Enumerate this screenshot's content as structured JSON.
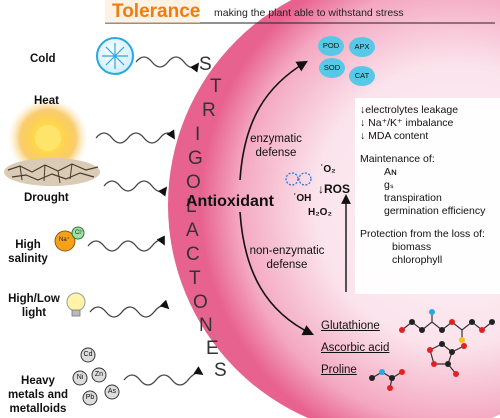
{
  "header": {
    "title": "Tolerance",
    "subtitle": "making the plant able to withstand stress"
  },
  "stresses": {
    "cold": "Cold",
    "heat": "Heat",
    "drought": "Drought",
    "salinity_1": "High",
    "salinity_2": "salinity",
    "light_1": "High/Low",
    "light_2": "light",
    "metals_1": "Heavy",
    "metals_2": "metals and",
    "metals_3": "metalloids"
  },
  "salinity_ions": {
    "na": "Na⁺",
    "cl": "Cl⁻"
  },
  "metals": [
    "Cd",
    "Ni",
    "Zn",
    "Pb",
    "As"
  ],
  "strigolactones_letters": [
    "S",
    "T",
    "R",
    "I",
    "G",
    "O",
    "L",
    "A",
    "C",
    "T",
    "O",
    "N",
    "E",
    "S"
  ],
  "defense": {
    "enzymatic_1": "enzymatic",
    "enzymatic_2": "defense",
    "antioxidant": "Antioxidant",
    "nonenzymatic_1": "non-enzymatic",
    "nonenzymatic_2": "defense"
  },
  "ros": {
    "o2": "˙O₂",
    "oh": "˙OH",
    "label": "↓ROS",
    "h2o2": "H₂O₂"
  },
  "enzymes": [
    "POD",
    "APX",
    "SOD",
    "CAT"
  ],
  "effects": {
    "line1": "↓electrolytes leakage",
    "line2": "↓ Na⁺/K⁺ imbalance",
    "line3": "↓ MDA content",
    "maint_title": "Maintenance of:",
    "maint_items": [
      "Aɴ",
      "gₛ",
      "transpiration",
      "germination efficiency"
    ],
    "prot_title": "Protection from the loss of:",
    "prot_items": [
      "biomass",
      "chlorophyll"
    ]
  },
  "nonenzymatic": [
    "Glutathione",
    "Ascorbic acid",
    "Proline"
  ],
  "colors": {
    "title": "#f07c10",
    "circle_light": "#fbe6ee",
    "circle_dark": "#e8628f",
    "enzyme_blob": "#57c8e8",
    "molecule_gray": "#222222",
    "molecule_red": "#e22222",
    "molecule_blue": "#2aa7e0",
    "molecule_yellow": "#f2c11a"
  }
}
